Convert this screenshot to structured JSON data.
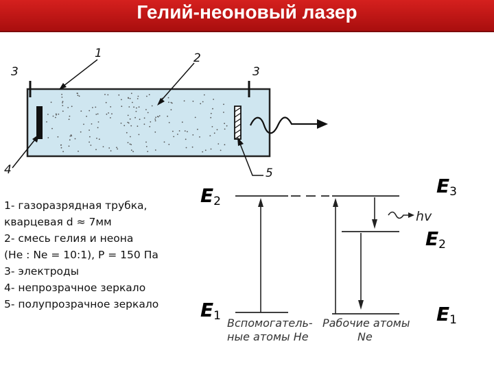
{
  "title": "Гелий-неоновый лазер",
  "tube_labels": [
    "1",
    "2",
    "3",
    "3",
    "4",
    "5"
  ],
  "legend_items": [
    "1- газоразрядная трубка,",
    "кварцевая d ≈ 7мм",
    "2- смесь гелия и неона",
    "(He : Ne = 10:1), P = 150 Па",
    "3- электроды",
    "4- непрозрачное зеркало",
    "5- полупрозрачное  зеркало"
  ],
  "levels": {
    "he_upper": {
      "letter": "E",
      "sub": "2"
    },
    "he_lower": {
      "letter": "E",
      "sub": "1"
    },
    "ne_upper": {
      "letter": "E",
      "sub": "3"
    },
    "ne_middle": {
      "letter": "E",
      "sub": "2"
    },
    "ne_lower": {
      "letter": "E",
      "sub": "1"
    },
    "photon": "hv"
  },
  "atoms": {
    "helper_line1": "Вспомогатель-",
    "helper_line2": "ные атомы He",
    "working_line1": "Рабочие атомы",
    "working_line2": "Ne"
  },
  "colors": {
    "title_bar": "#c8161a",
    "tube_fill": "#cfe6f0"
  }
}
